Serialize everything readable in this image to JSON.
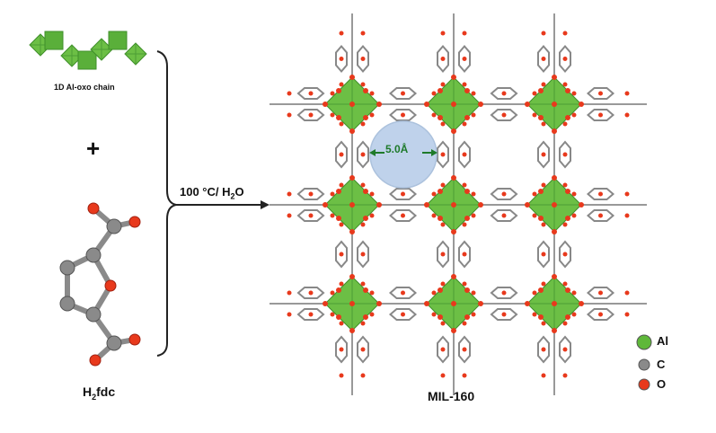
{
  "chain_label": "1D Al-oxo chain",
  "plus": "+",
  "condition": {
    "prefix": "100 °C/ H",
    "sub": "2",
    "suffix": "O"
  },
  "ligand_label": {
    "prefix": "H",
    "sub": "2",
    "suffix": "fdc"
  },
  "product_label": "MIL-160",
  "pore_label": "5.0Å",
  "legend": [
    {
      "label": "Al",
      "color": "#5fb83a"
    },
    {
      "label": "C",
      "color": "#8a8a8a"
    },
    {
      "label": "O",
      "color": "#e8391c"
    }
  ]
}
